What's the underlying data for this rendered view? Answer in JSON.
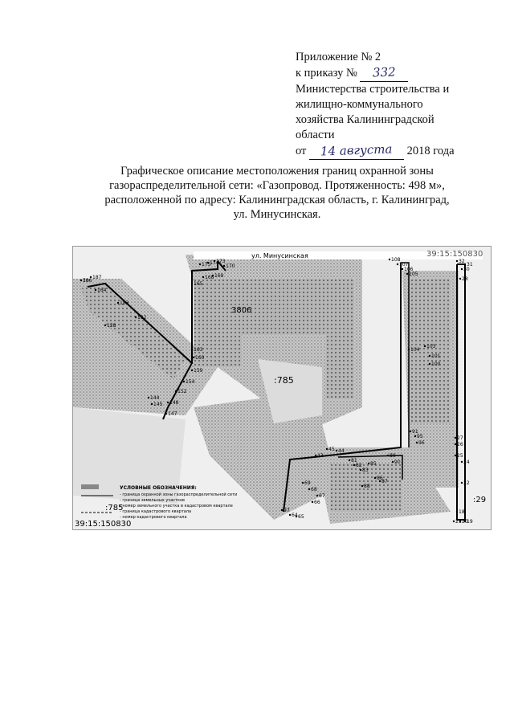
{
  "appendix": {
    "line1": "Приложение № 2",
    "line2_prefix": "к приказу №",
    "order_number": "332",
    "line3": "Министерства строительства и",
    "line4": "жилищно-коммунального",
    "line5": "хозяйства Калининградской",
    "line6": "области",
    "date_prefix": "от",
    "date_handwritten": "14 августа",
    "date_suffix": "2018 года"
  },
  "title": {
    "line1": "Графическое описание местоположения границ охранной зоны",
    "line2": "газораспределительной сети: «Газопровод. Протяженность: 498 м»,",
    "line3": "расположенной по адресу: Калининградская область, г. Калининград,",
    "line4": "ул. Минусинская."
  },
  "map": {
    "street_label": "ул. Минусинская",
    "quarter_top": "39:15:150830",
    "quarter_bottom": "39:15:150830",
    "parcel_3806": "3806",
    "parcel_785": ":785",
    "parcel_785b": ":785",
    "parcel_29": ":29",
    "legend_title": "УСЛОВНЫЕ ОБОЗНАЧЕНИЯ:",
    "legend_items": [
      "- граница охранной зоны газораспределительной сети",
      "- граница земельных участков",
      "- номер земельного участка в кадастровом квартале",
      "- граница кадастрового квартала",
      "- номер кадастрового квартала"
    ],
    "point_labels": [
      "186",
      "187",
      "164",
      "183",
      "182",
      "128",
      "163",
      "160",
      "159",
      "154",
      "152",
      "148",
      "147",
      "145",
      "144",
      "175",
      "174",
      "173",
      "170",
      "169",
      "168",
      "165",
      "108",
      "107",
      "106",
      "105",
      "104",
      "103",
      "101",
      "100",
      "32",
      "31",
      "30",
      "28",
      "27",
      "26",
      "25",
      "24",
      "22",
      "21",
      "20",
      "19",
      "18",
      "45",
      "44",
      "43",
      "81",
      "82",
      "83",
      "85",
      "86",
      "87",
      "88",
      "89",
      "90",
      "91",
      "95",
      "96",
      "97",
      "64",
      "65",
      "66",
      "67",
      "68",
      "69",
      "70"
    ],
    "colors": {
      "zone_line": "#000000",
      "hatch": "#9a9a9a",
      "building": "#8c8c8c"
    }
  }
}
